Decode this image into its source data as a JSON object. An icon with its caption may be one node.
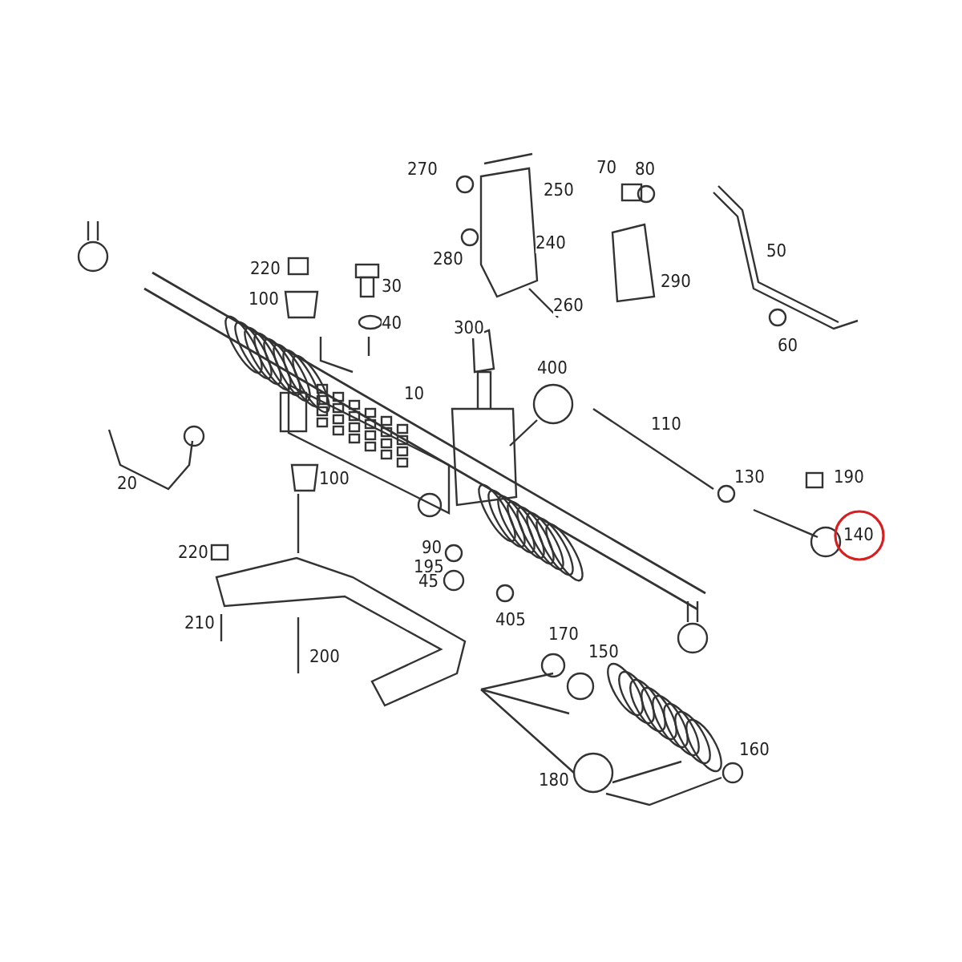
{
  "diagram": {
    "labels": [
      "270",
      "250",
      "70",
      "80",
      "220",
      "30",
      "50",
      "100",
      "240",
      "280",
      "40",
      "260",
      "290",
      "300",
      "60",
      "10",
      "400",
      "110",
      "20",
      "100",
      "130",
      "190",
      "140",
      "220",
      "195",
      "90",
      "45",
      "210",
      "405",
      "200",
      "170",
      "150",
      "160",
      "180"
    ]
  }
}
